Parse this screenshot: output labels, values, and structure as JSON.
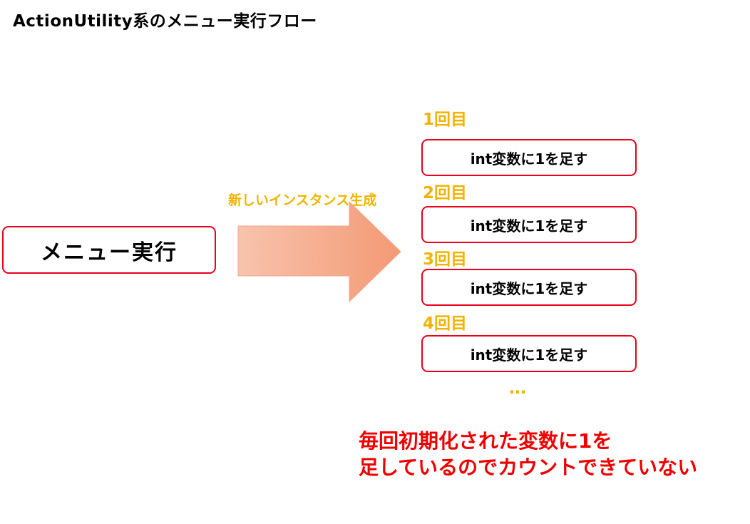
{
  "title": "ActionUtility系のメニュー実行フロー",
  "menu_box": {
    "label": "メニュー実行"
  },
  "arrow": {
    "label": "新しいインスタンス生成"
  },
  "rounds": [
    {
      "label": "1回目",
      "action": "int変数に1を足す"
    },
    {
      "label": "2回目",
      "action": "int変数に1を足す"
    },
    {
      "label": "3回目",
      "action": "int変数に1を足す"
    },
    {
      "label": "4回目",
      "action": "int変数に1を足す"
    }
  ],
  "ellipsis": "…",
  "note": {
    "line1": "毎回初期化された変数に1を",
    "line2": "足しているのでカウントできていない"
  },
  "colors": {
    "box_border": "#e8001c",
    "accent_label": "#f0b400",
    "arrow_start": "#f8c3ad",
    "arrow_end": "#f39a74",
    "note_text": "#ee0000"
  }
}
